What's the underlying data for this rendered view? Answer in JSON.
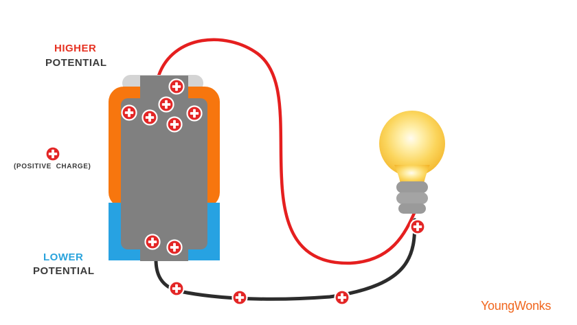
{
  "labels": {
    "higher_word": "HIGHER",
    "higher_potential": "POTENTIAL",
    "lower_word": "LOWER",
    "lower_potential": "POTENTIAL",
    "legend": "(POSITIVE  CHARGE)",
    "brand": "YoungWonks"
  },
  "icons": {
    "charge": "plus-circle-icon",
    "battery": "battery-icon",
    "bulb": "light-bulb-icon"
  },
  "colors": {
    "higher": "#e63222",
    "lower": "#2aa3dc",
    "text_dark": "#3a3a3a",
    "wire_high": "#e51f1f",
    "wire_low": "#2c2c2c",
    "battery_body": "#808080",
    "battery_orange": "#f7760e",
    "battery_blue": "#27a2e2",
    "terminal_cap": "#d4d4d4",
    "charge_fill": "#e32626",
    "bulb_glass": "#f9c73a",
    "bulb_base": "#9a9a9a",
    "brand": "#f0661e"
  }
}
